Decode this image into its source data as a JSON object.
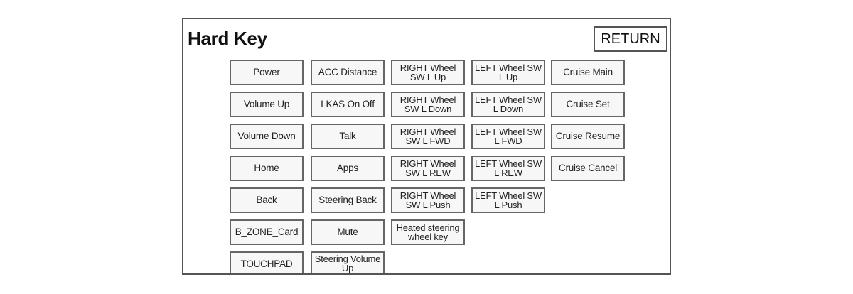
{
  "page": {
    "title": "Hard Key",
    "return_label": "RETURN"
  },
  "keys": {
    "col1": [
      "Power",
      "Volume Up",
      "Volume Down",
      "Home",
      "Back",
      "B_ZONE_Card",
      "TOUCHPAD"
    ],
    "col2": [
      "ACC Distance",
      "LKAS On Off",
      "Talk",
      "Apps",
      "Steering Back",
      "Mute",
      "Steering Volume Up"
    ],
    "col3": [
      "RIGHT Wheel SW L Up",
      "RIGHT Wheel SW L Down",
      "RIGHT Wheel SW L FWD",
      "RIGHT Wheel SW L REW",
      "RIGHT Wheel SW L Push",
      "Heated steering wheel key"
    ],
    "col4": [
      "LEFT Wheel SW L Up",
      "LEFT Wheel SW L Down",
      "LEFT Wheel SW L FWD",
      "LEFT Wheel SW L REW",
      "LEFT Wheel SW L Push"
    ],
    "col5": [
      "Cruise Main",
      "Cruise Set",
      "Cruise Resume",
      "Cruise Cancel"
    ]
  }
}
